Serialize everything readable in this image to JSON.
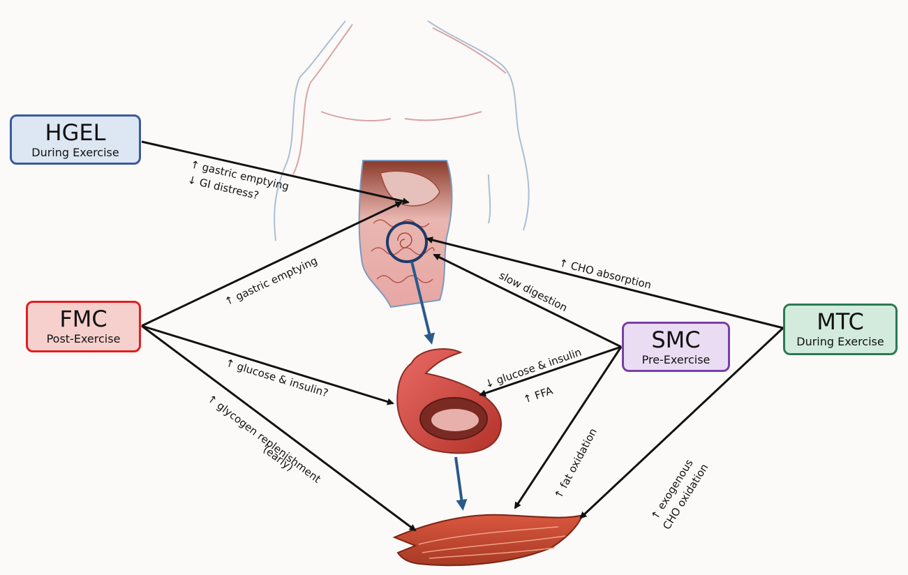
{
  "boxes": {
    "hgel": {
      "title": "HGEL",
      "subtitle": "During Exercise",
      "border_color": "#3a5a9c",
      "fill_color": "#dde6f3"
    },
    "fmc": {
      "title": "FMC",
      "subtitle": "Post-Exercise",
      "border_color": "#e01f1f",
      "fill_color": "#f6d0cc"
    },
    "smc": {
      "title": "SMC",
      "subtitle": "Pre-Exercise",
      "border_color": "#7a3ea8",
      "fill_color": "#e9dcf3"
    },
    "mtc": {
      "title": "MTC",
      "subtitle": "During Exercise",
      "border_color": "#2a7a52",
      "fill_color": "#d3ebdd"
    }
  },
  "labels": {
    "hgel_gastric": "↑ gastric emptying",
    "hgel_gi": "↓ GI distress?",
    "fmc_gastric": "↑ gastric emptying",
    "fmc_glucose": "↑ glucose & insulin?",
    "fmc_glycogen": "↑ glycogen replenishment",
    "fmc_early": "(early)",
    "smc_slow": "slow digestion",
    "smc_glucose": "↓ glucose & insulin",
    "smc_ffa": "↑ FFA",
    "smc_fat": "↑ fat oxidation",
    "mtc_cho_abs": "↑ CHO absorption",
    "mtc_exogenous": "↑ exogenous",
    "mtc_cho_ox": "CHO oxidation"
  },
  "illustrations": {
    "torso": "human-torso-outline",
    "gut": "stomach-and-intestines",
    "liver": "liver-organ",
    "muscle": "skeletal-muscle"
  },
  "colors": {
    "arrow": "#111111",
    "flow_arrow": "#2a5a8c",
    "organ": "#c0443a"
  }
}
